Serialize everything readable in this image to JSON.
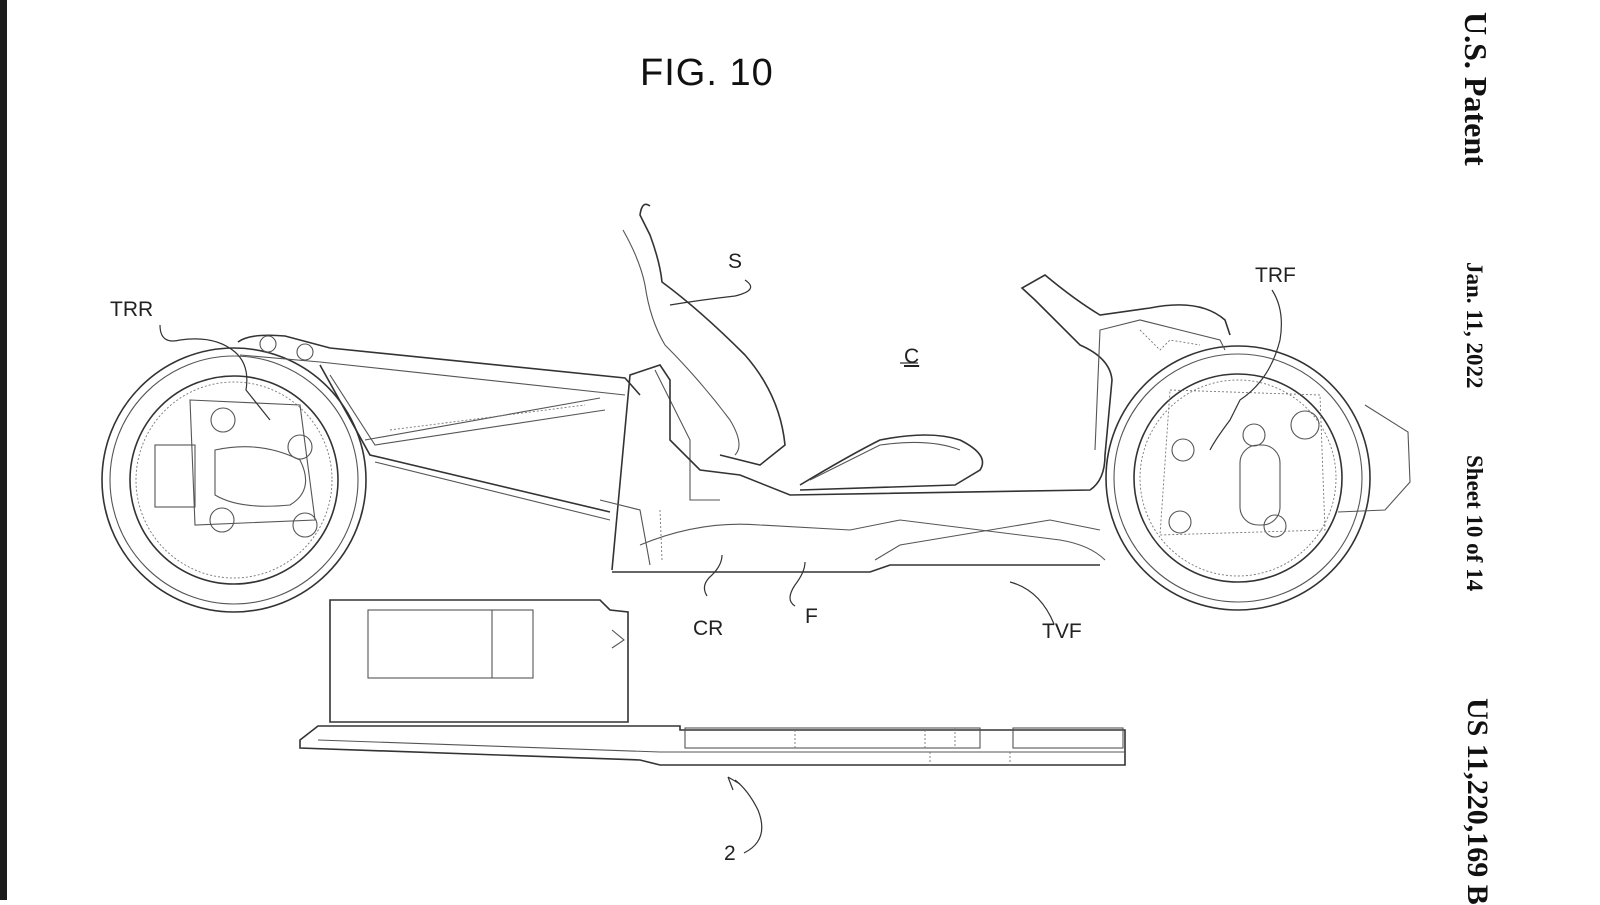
{
  "figure": {
    "title": "FIG. 10"
  },
  "header": {
    "patent_label": "U.S. Patent",
    "date": "Jan. 11, 2022",
    "sheet": "Sheet 10 of 14",
    "patent_number": "US 11,220,169 B"
  },
  "labels": {
    "trr": "TRR",
    "s": "S",
    "c": "C",
    "trf": "TRF",
    "cr": "CR",
    "f": "F",
    "tvf": "TVF",
    "ref_2": "2"
  }
}
